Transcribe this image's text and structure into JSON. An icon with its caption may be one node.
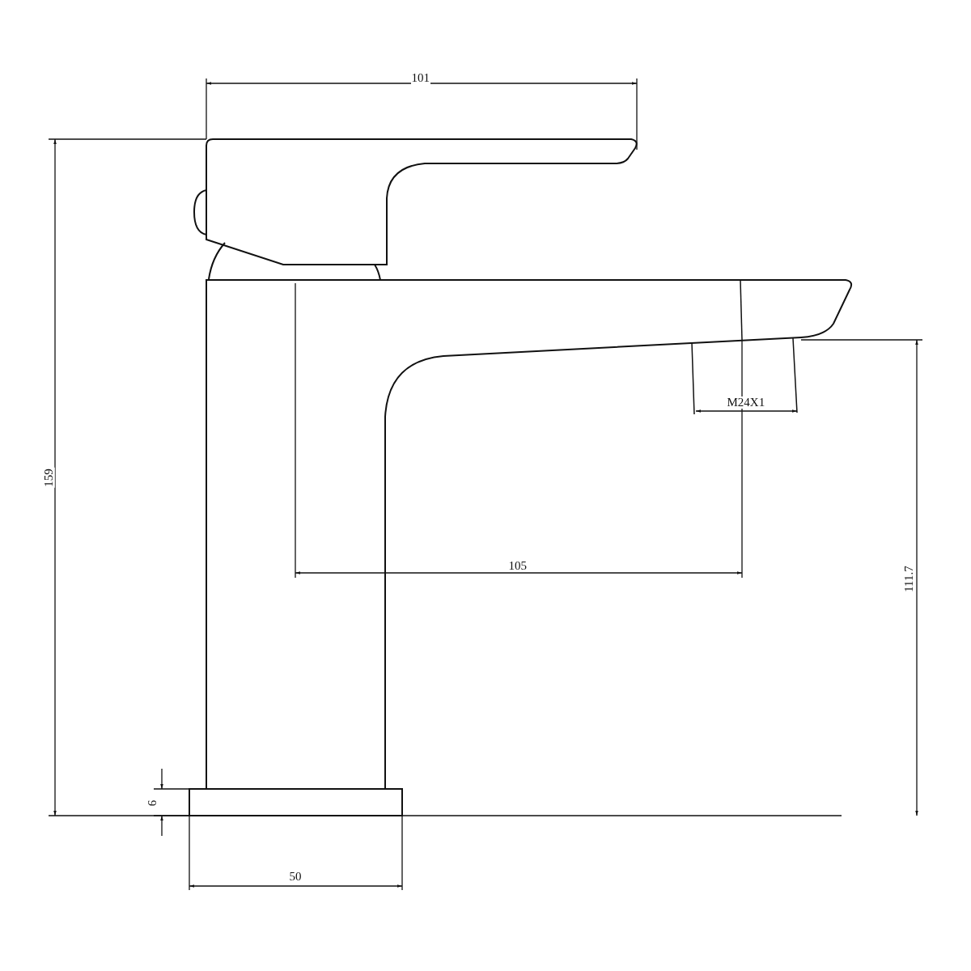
{
  "diagram": {
    "labels": [
      "101",
      "159",
      "M24X1",
      "105",
      "111.7",
      "6",
      "50"
    ]
  }
}
